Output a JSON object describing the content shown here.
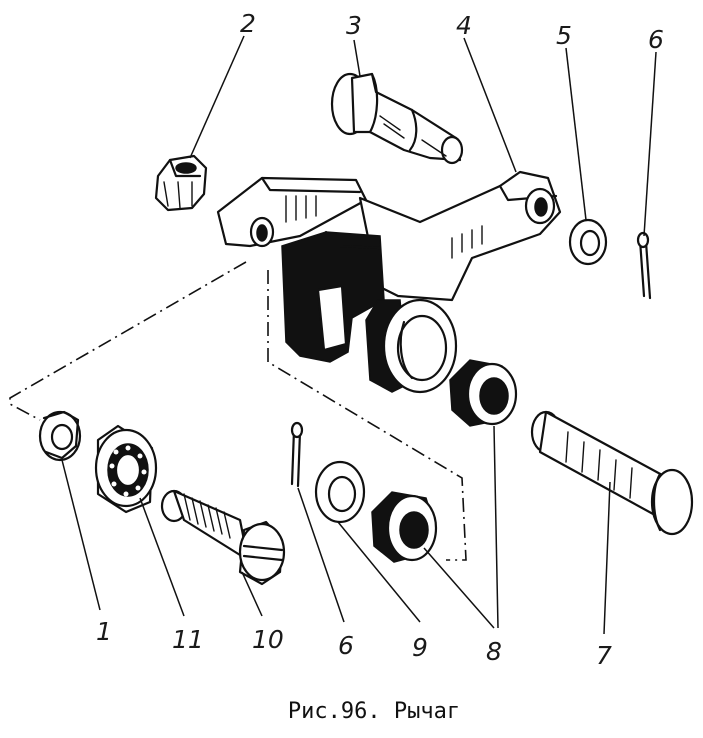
{
  "figure": {
    "caption": "Рис.96. Рычаг"
  },
  "callouts": [
    {
      "id": "c2",
      "text": "2"
    },
    {
      "id": "c3",
      "text": "3"
    },
    {
      "id": "c4",
      "text": "4"
    },
    {
      "id": "c5",
      "text": "5"
    },
    {
      "id": "c6a",
      "text": "6"
    },
    {
      "id": "c1",
      "text": "1"
    },
    {
      "id": "c11",
      "text": "11"
    },
    {
      "id": "c10",
      "text": "10"
    },
    {
      "id": "c6b",
      "text": "6"
    },
    {
      "id": "c9",
      "text": "9"
    },
    {
      "id": "c8",
      "text": "8"
    },
    {
      "id": "c7",
      "text": "7"
    }
  ]
}
